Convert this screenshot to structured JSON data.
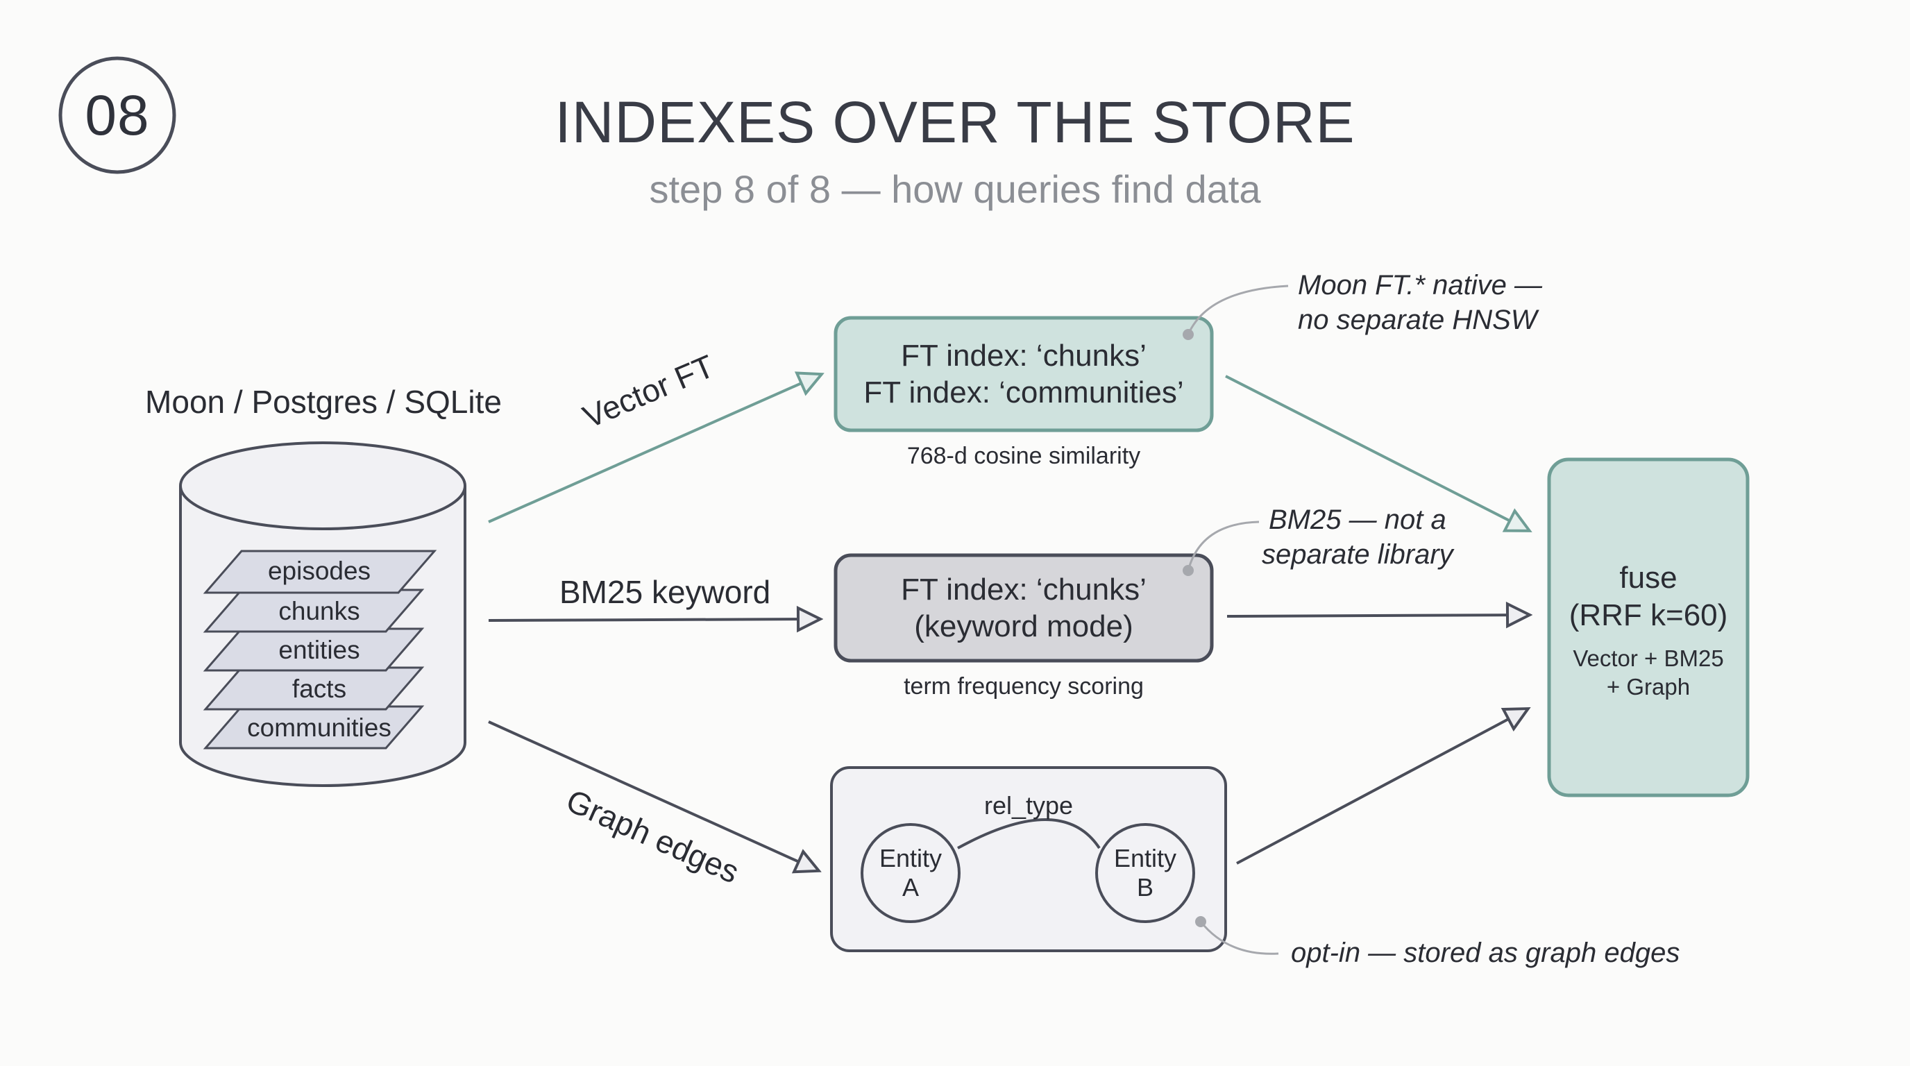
{
  "step_badge": "08",
  "title": "INDEXES OVER THE STORE",
  "subtitle": "step 8 of 8 — how queries find data",
  "store": {
    "label": "Moon / Postgres / SQLite",
    "layers": [
      "episodes",
      "chunks",
      "entities",
      "facts",
      "communities"
    ]
  },
  "edges": {
    "vector": "Vector FT",
    "keyword": "BM25 keyword",
    "graph": "Graph edges"
  },
  "indexes": {
    "vector": {
      "line1": "FT index: ‘chunks’",
      "line2": "FT index: ‘communities’",
      "caption": "768-d cosine similarity",
      "note_line1": "Moon FT.* native —",
      "note_line2": "no separate HNSW"
    },
    "keyword": {
      "line1": "FT index: ‘chunks’",
      "line2": "(keyword mode)",
      "caption": "term frequency scoring",
      "note_line1": "BM25 — not a",
      "note_line2": "separate library"
    },
    "graph": {
      "rel_label": "rel_type",
      "entity_a_line1": "Entity",
      "entity_a_line2": "A",
      "entity_b_line1": "Entity",
      "entity_b_line2": "B",
      "note": "opt-in — stored as graph edges"
    }
  },
  "fuse": {
    "title": "fuse",
    "param": "(RRF k=60)",
    "detail_line1": "Vector + BM25",
    "detail_line2": "+ Graph"
  },
  "colors": {
    "teal_fill": "#cfe2de",
    "teal_stroke": "#6f9e96",
    "gray_fill": "#d6d6da",
    "light_fill": "#f2f2f5",
    "ink": "#4a4d59"
  }
}
